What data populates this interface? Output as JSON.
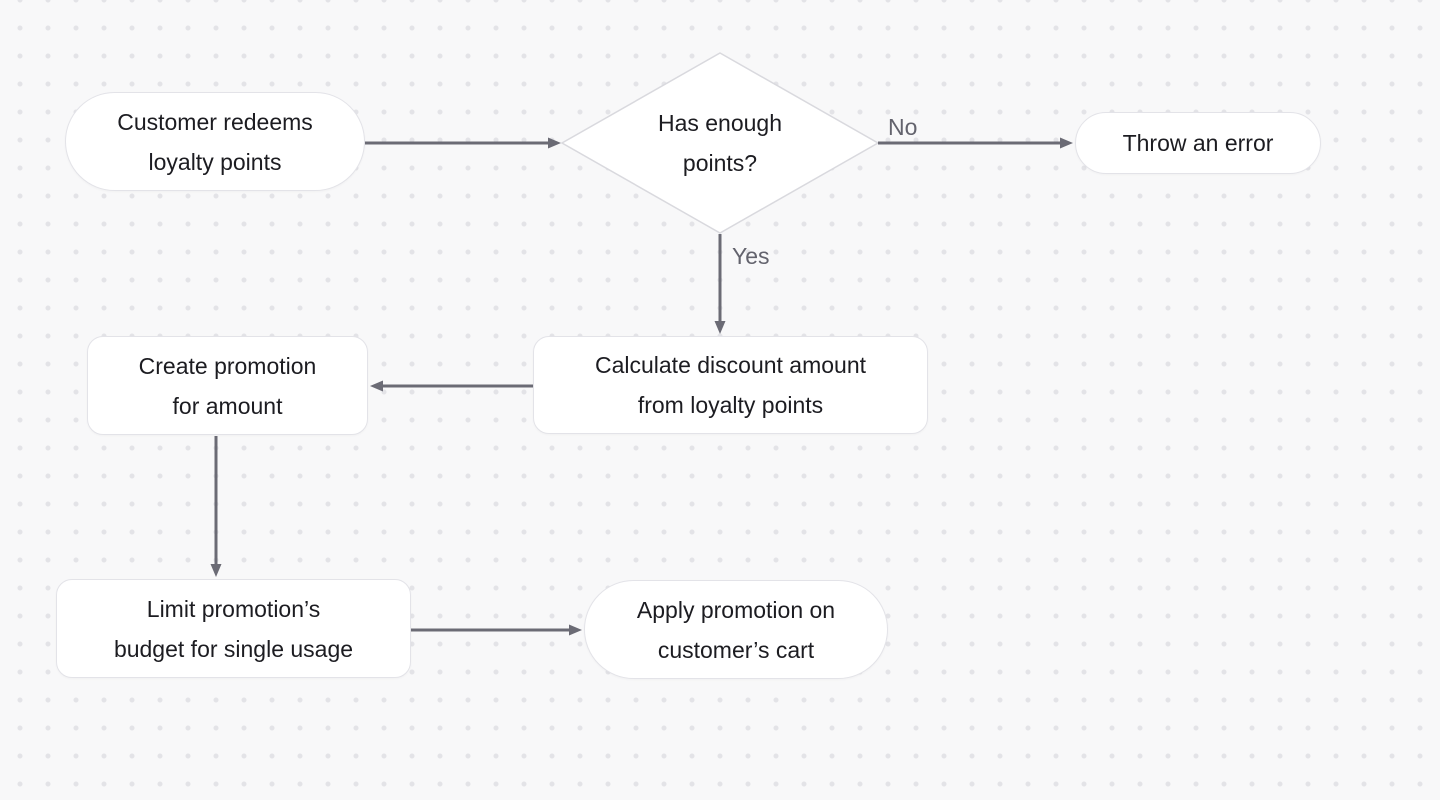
{
  "canvas": {
    "background": "#f8f8f9",
    "dot_color": "#e3e3e7",
    "node_fill": "#ffffff",
    "node_border": "#e3e3e8",
    "diamond_border": "#d9d9de",
    "arrow_color": "#6b6b75",
    "text_color": "#1c1c21",
    "edge_label_color": "#63636d"
  },
  "diagram": {
    "type": "flowchart",
    "nodes": [
      {
        "id": "start",
        "shape": "stadium",
        "label": "Customer redeems\nloyalty points"
      },
      {
        "id": "decision",
        "shape": "diamond",
        "label": "Has enough\npoints?"
      },
      {
        "id": "error",
        "shape": "stadium",
        "label": "Throw an error"
      },
      {
        "id": "calculate",
        "shape": "rect",
        "label": "Calculate discount amount\nfrom loyalty points"
      },
      {
        "id": "create",
        "shape": "rect",
        "label": "Create promotion\nfor amount"
      },
      {
        "id": "limit",
        "shape": "rect",
        "label": "Limit promotion’s\nbudget for single usage"
      },
      {
        "id": "apply",
        "shape": "stadium",
        "label": "Apply promotion on\ncustomer’s cart"
      }
    ],
    "edges": [
      {
        "from": "start",
        "to": "decision",
        "label": ""
      },
      {
        "from": "decision",
        "to": "error",
        "label": "No"
      },
      {
        "from": "decision",
        "to": "calculate",
        "label": "Yes"
      },
      {
        "from": "calculate",
        "to": "create",
        "label": ""
      },
      {
        "from": "create",
        "to": "limit",
        "label": ""
      },
      {
        "from": "limit",
        "to": "apply",
        "label": ""
      }
    ]
  }
}
